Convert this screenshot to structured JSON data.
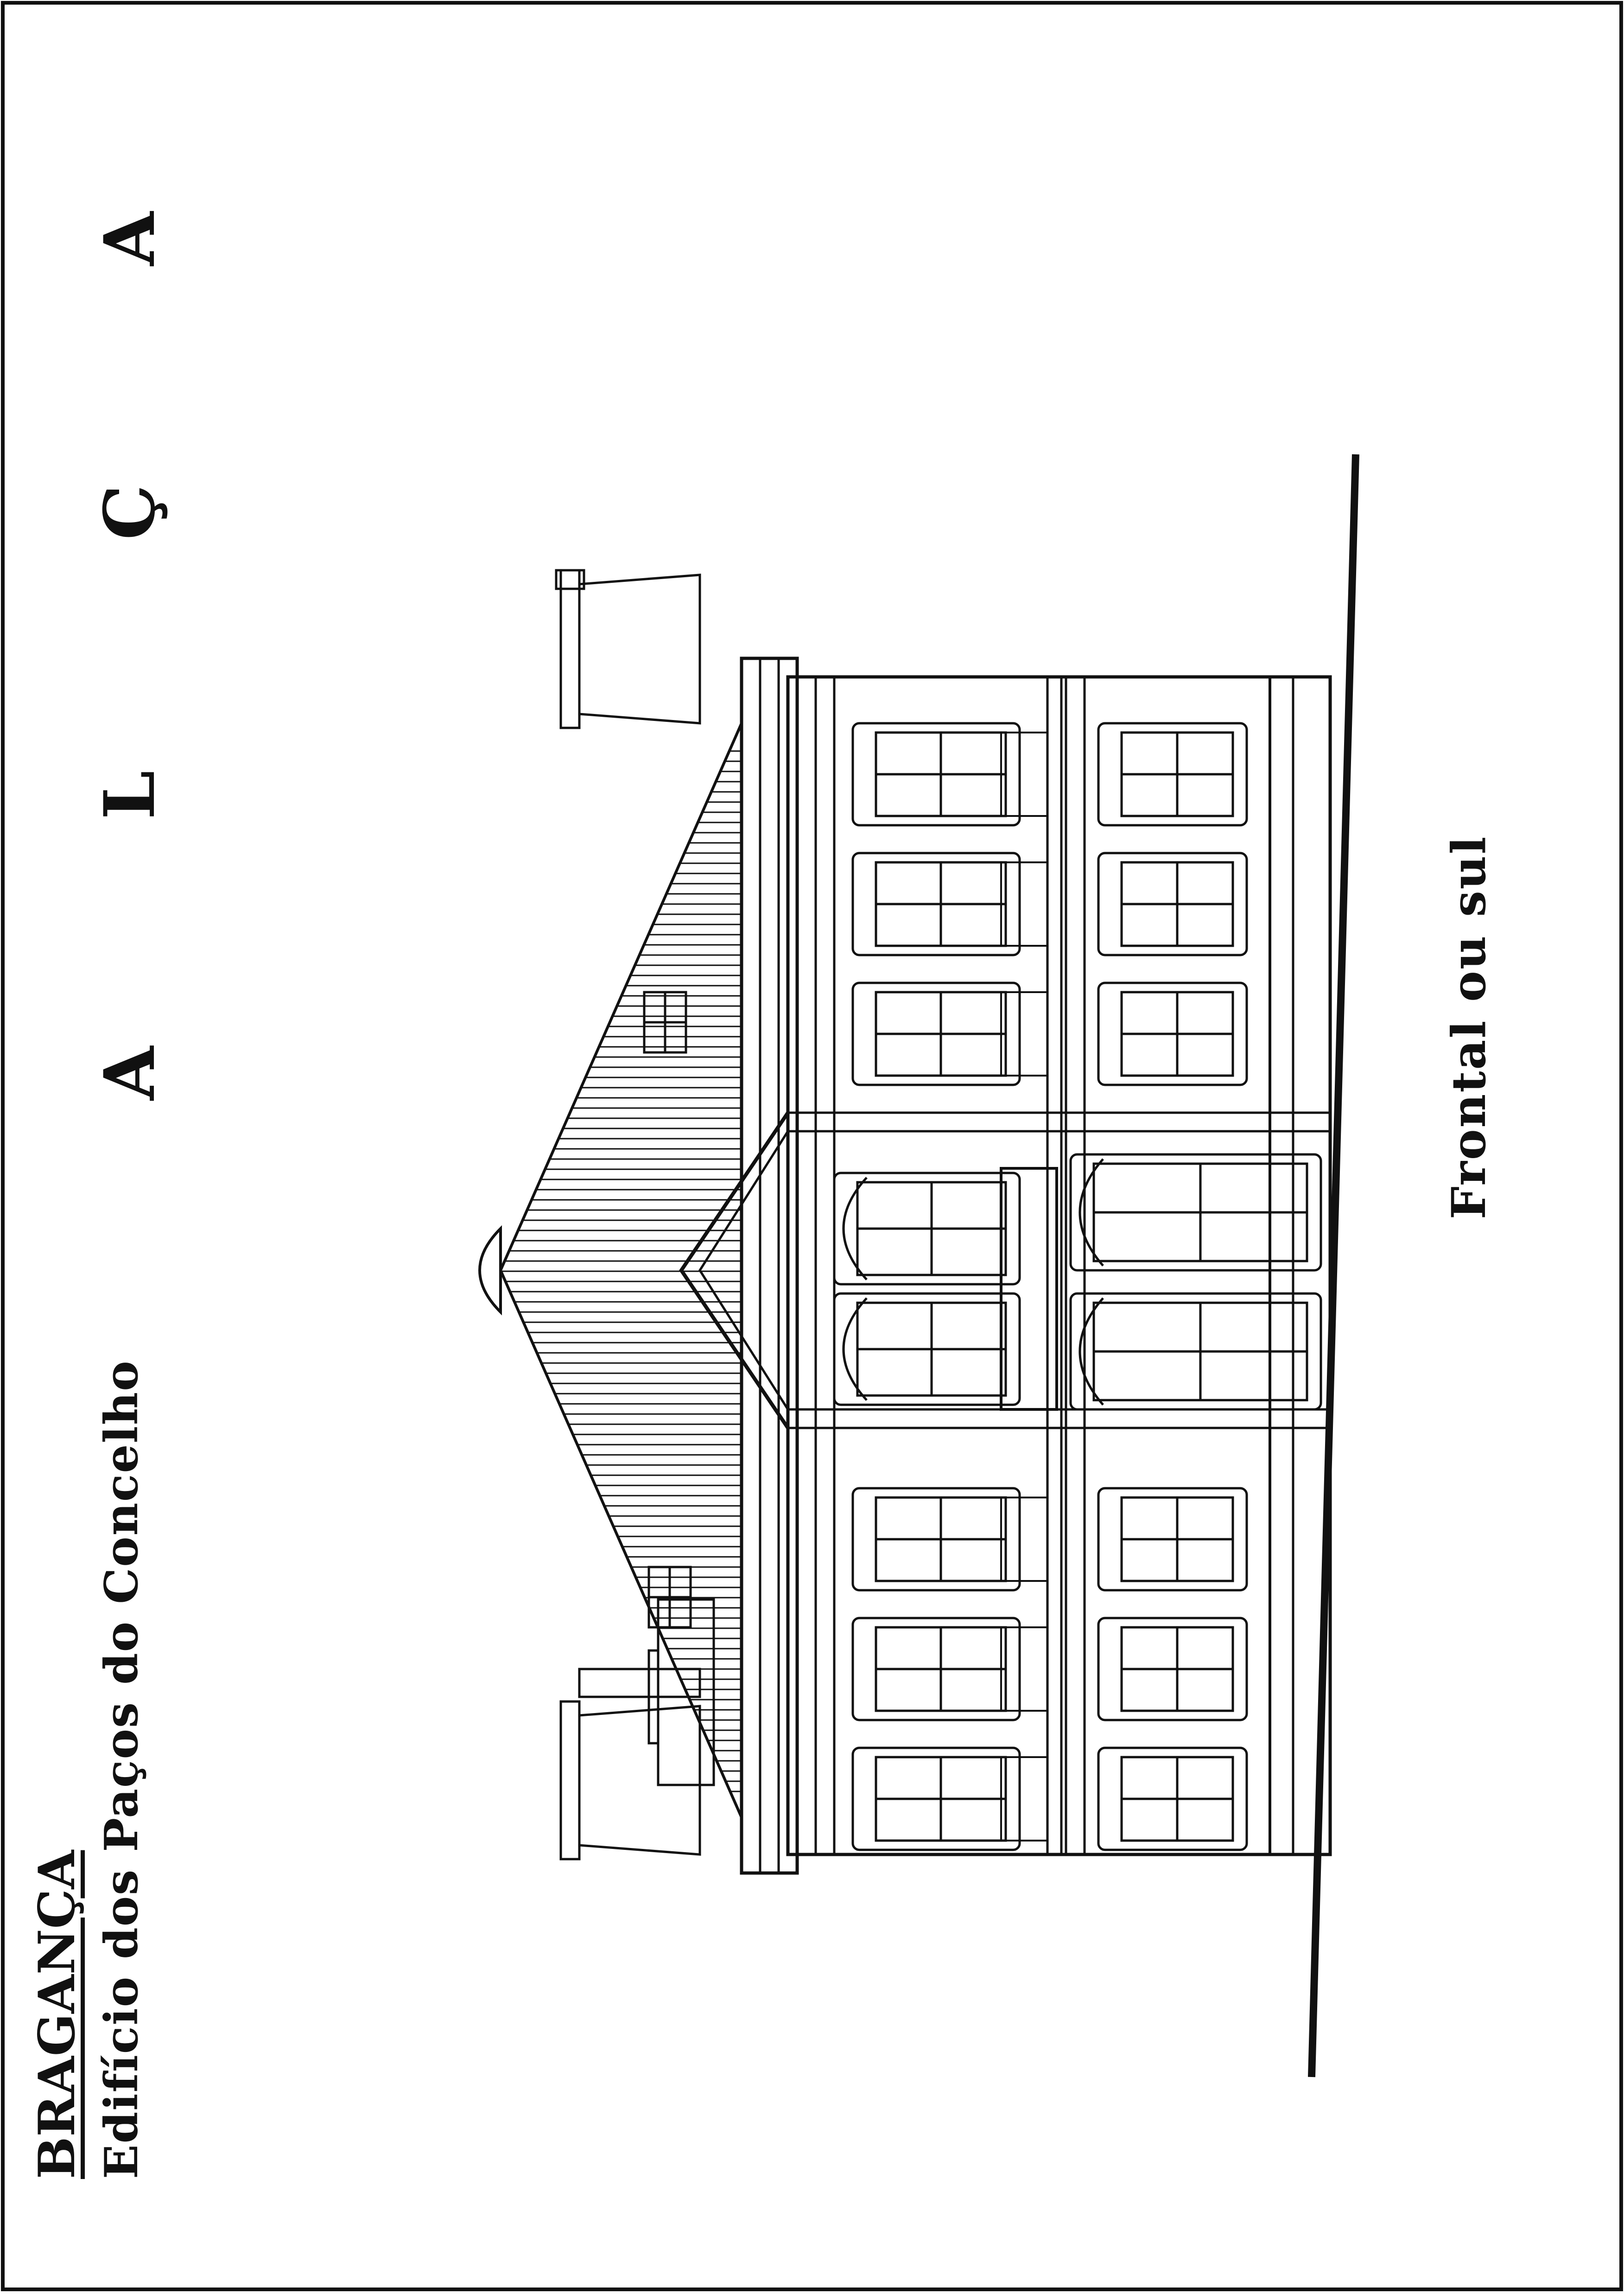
{
  "heading": {
    "city": "BRAGANÇA",
    "building": "Edifício dos Paços do Concelho"
  },
  "spaced_title": [
    "A",
    "Ç",
    "L",
    "A"
  ],
  "caption": "Frontal ou sul",
  "colors": {
    "ink": "#111111",
    "paper": "#ffffff"
  }
}
